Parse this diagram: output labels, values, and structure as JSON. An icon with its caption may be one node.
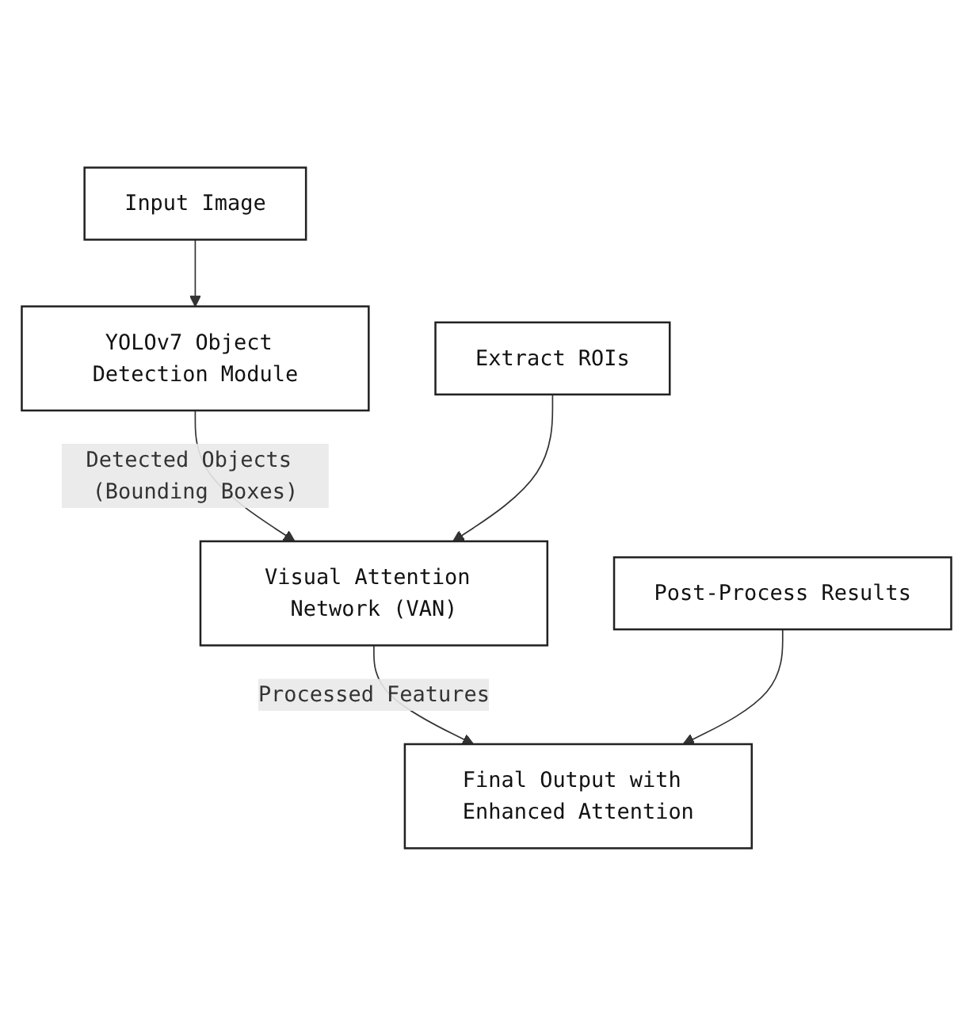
{
  "diagram": {
    "nodes": [
      {
        "text": [
          "Input Image"
        ]
      },
      {
        "text": [
          "YOLOv7 Object Detection Module"
        ]
      },
      {
        "text": [
          "Extract ROIs"
        ]
      },
      {
        "text": [
          "Visual Attention Network (VAN)"
        ]
      },
      {
        "text": [
          "Post-Process Results"
        ]
      },
      {
        "text": [
          "Final Output with Enhanced Attention"
        ]
      }
    ],
    "edges": [
      {
        "from": 0,
        "to": 1,
        "arrow": "to"
      },
      {
        "from": 1,
        "to": 3,
        "arrow": "to",
        "label": "Detected Objects (Bounding Boxes)"
      },
      {
        "from": 2,
        "to": 3,
        "arrow": "to"
      },
      {
        "from": 3,
        "to": 5,
        "arrow": "to",
        "label": "Processed Features"
      },
      {
        "from": 4,
        "to": 5,
        "arrow": "to"
      }
    ]
  }
}
